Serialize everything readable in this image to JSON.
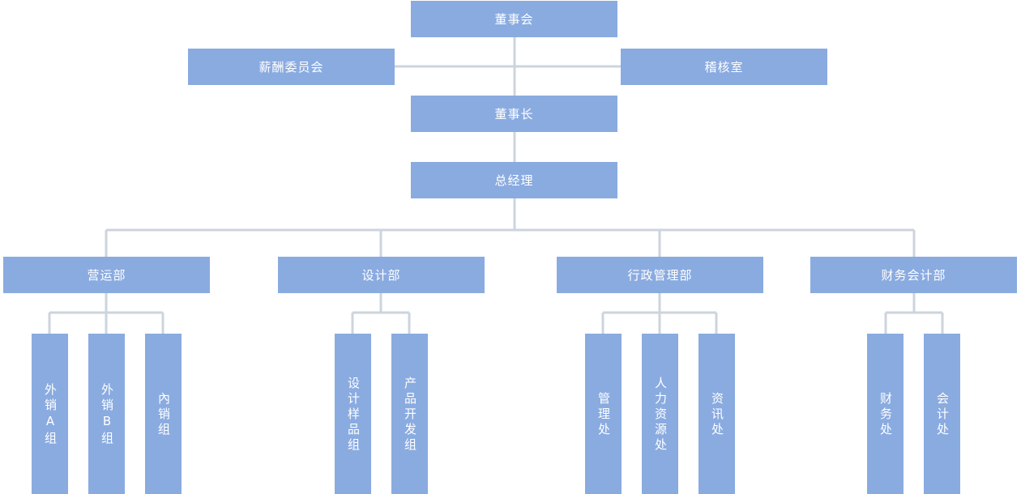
{
  "colors": {
    "node": "#8aabe0",
    "line": "#cdd4de",
    "text": "#ffffff"
  },
  "board": "董事会",
  "compensation_committee": "薪酬委员会",
  "audit_office": "稽核室",
  "chairman": "董事长",
  "general_manager": "总经理",
  "departments": [
    {
      "name": "营运部",
      "units": [
        "外销A组",
        "外销B组",
        "內销组"
      ]
    },
    {
      "name": "设计部",
      "units": [
        "设计样品组",
        "产品开发组"
      ]
    },
    {
      "name": "行政管理部",
      "units": [
        "管理处",
        "人力资源处",
        "资讯处"
      ]
    },
    {
      "name": "财务会计部",
      "units": [
        "财务处",
        "会计处"
      ]
    }
  ]
}
